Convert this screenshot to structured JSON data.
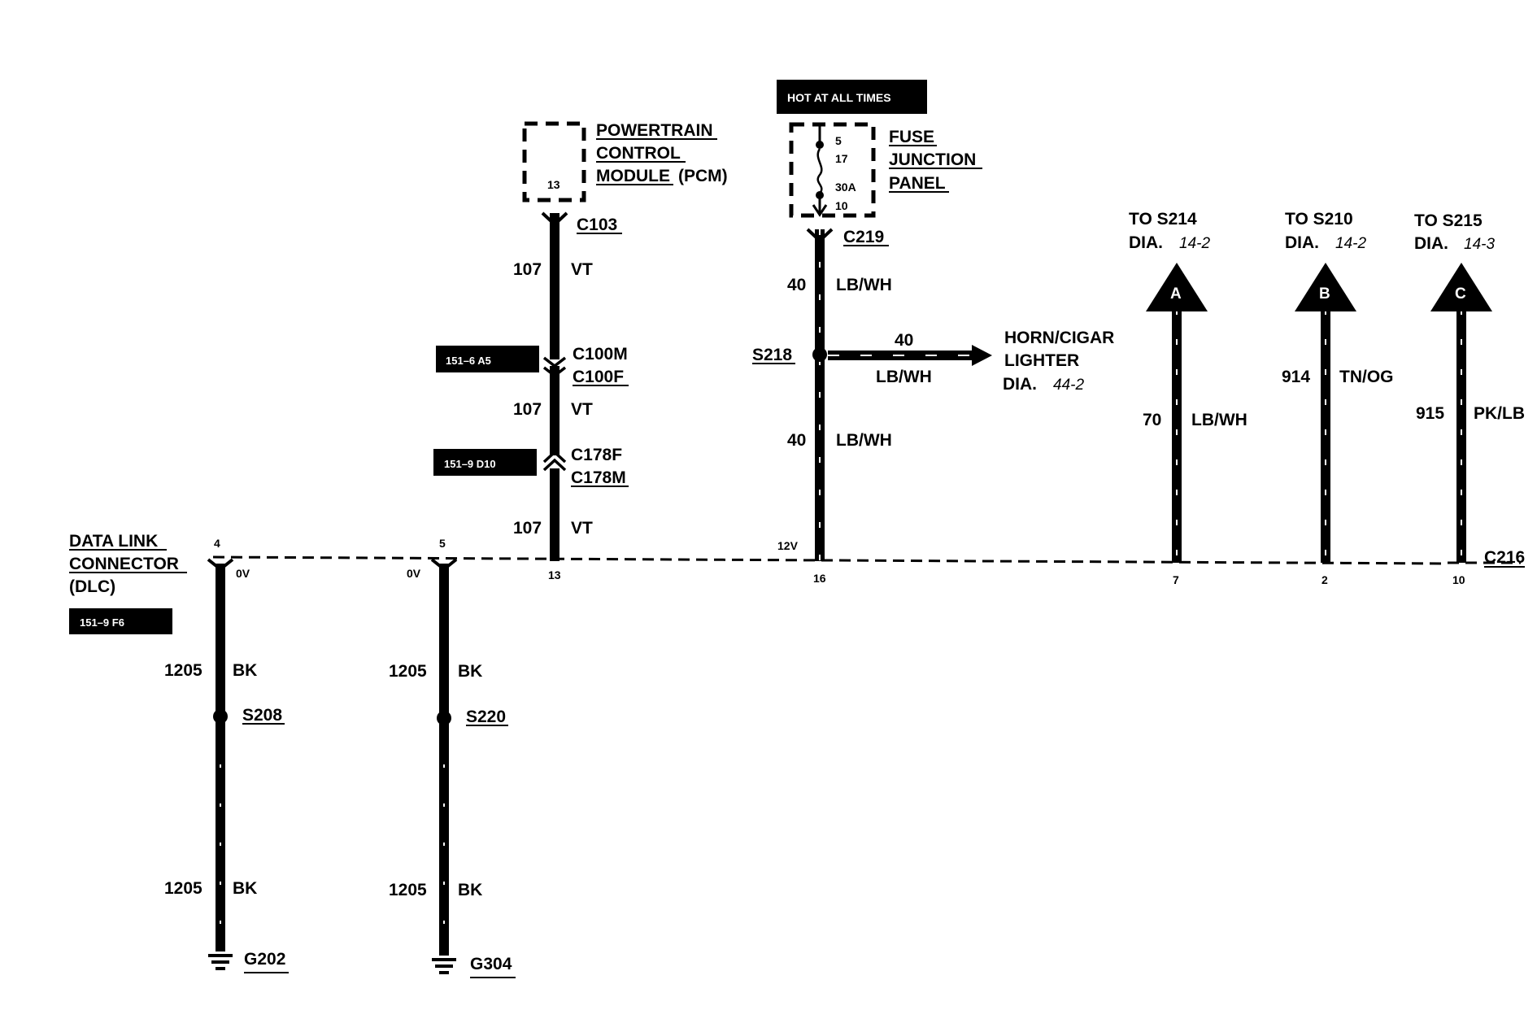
{
  "hot_label": "HOT AT ALL TIMES",
  "pcm": {
    "l1": "POWERTRAIN",
    "l2": "CONTROL",
    "l3": "MODULE",
    "l3b": "(PCM)",
    "pin": "13"
  },
  "fuse": {
    "l1": "FUSE",
    "l2": "JUNCTION",
    "l3": "PANEL",
    "p1": "5",
    "p2": "17",
    "p3": "30A",
    "p4": "10"
  },
  "conn": {
    "c103": "C103",
    "c100m": "C100M",
    "c100f": "C100F",
    "c178f": "C178F",
    "c178m": "C178M",
    "c219": "C219",
    "c216": "C216"
  },
  "refs": {
    "r1": "151–6 A5",
    "r2": "151–9 D10",
    "r3": "151–9 F6"
  },
  "wires": {
    "w107": "107",
    "vt": "VT",
    "w40": "40",
    "lbwh": "LB/WH",
    "w70": "70",
    "w914": "914",
    "tnog": "TN/OG",
    "w915": "915",
    "pklb": "PK/LB",
    "w1205": "1205",
    "bk": "BK"
  },
  "splices": {
    "s218": "S218",
    "s208": "S208",
    "s220": "S220"
  },
  "grounds": {
    "g202": "G202",
    "g304": "G304"
  },
  "horn": {
    "l1": "HORN/CIGAR",
    "l2": "LIGHTER",
    "l3": "DIA.",
    "dia": "44-2"
  },
  "dlc": {
    "l1": "DATA LINK",
    "l2": "CONNECTOR",
    "l3": "(DLC)"
  },
  "pins": {
    "p4": "4",
    "p5": "5",
    "p13": "13",
    "p16": "16",
    "p7": "7",
    "p2": "2",
    "p10": "10"
  },
  "volts": {
    "v0": "0V",
    "v12": "12V"
  },
  "to": {
    "a": {
      "l1": "TO S214",
      "l2": "DIA.",
      "dia": "14-2",
      "letter": "A"
    },
    "b": {
      "l1": "TO S210",
      "l2": "DIA.",
      "dia": "14-2",
      "letter": "B"
    },
    "c": {
      "l1": "TO S215",
      "l2": "DIA.",
      "dia": "14-3",
      "letter": "C"
    }
  }
}
